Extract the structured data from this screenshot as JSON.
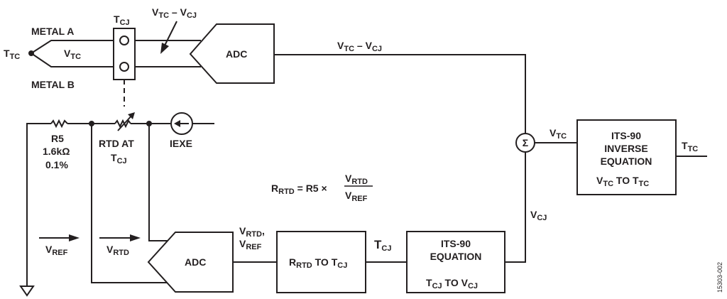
{
  "diagram": {
    "thermocouple": {
      "junction_label": {
        "main": "T",
        "sub": "TC"
      },
      "metal_a": "METAL A",
      "metal_b": "METAL B",
      "voltage_label": {
        "main": "V",
        "sub": "TC"
      },
      "cold_junction_label": {
        "main": "T",
        "sub": "CJ"
      },
      "diff_label": {
        "a": "V",
        "a_sub": "TC",
        "op": " – ",
        "b": "V",
        "b_sub": "CJ"
      }
    },
    "adc_top": {
      "label": "ADC"
    },
    "adc_top_output": {
      "a": "V",
      "a_sub": "TC",
      "op": " – ",
      "b": "V",
      "b_sub": "CJ"
    },
    "r5": {
      "name": "R5",
      "value": "1.6kΩ",
      "tolerance": "0.1%"
    },
    "rtd": {
      "line1": "RTD AT",
      "line2_main": "T",
      "line2_sub": "CJ"
    },
    "iexe": {
      "label": "IEXE"
    },
    "vref_label": {
      "main": "V",
      "sub": "REF"
    },
    "vrtd_label": {
      "main": "V",
      "sub": "RTD"
    },
    "adc_bottom": {
      "label": "ADC"
    },
    "adc_bottom_output": {
      "l1_main": "V",
      "l1_sub": "RTD",
      "l1_suffix": ",",
      "l2_main": "V",
      "l2_sub": "REF"
    },
    "formula": {
      "lhs_main": "R",
      "lhs_sub": "RTD",
      "mid": " = R5 × ",
      "num_main": "V",
      "num_sub": "RTD",
      "den_main": "V",
      "den_sub": "REF"
    },
    "rrtd_block": {
      "a": "R",
      "a_sub": "RTD",
      "mid": " TO ",
      "b": "T",
      "b_sub": "CJ"
    },
    "tcj_signal": {
      "main": "T",
      "sub": "CJ"
    },
    "its90_block": {
      "line1": "ITS-90",
      "line2": "EQUATION",
      "l3_a": "T",
      "l3_a_sub": "CJ",
      "l3_mid": " TO ",
      "l3_b": "V",
      "l3_b_sub": "CJ"
    },
    "vcj_signal": {
      "main": "V",
      "sub": "CJ"
    },
    "summer": {
      "symbol": "Σ"
    },
    "vtc_signal": {
      "main": "V",
      "sub": "TC"
    },
    "inverse_block": {
      "line1": "ITS-90",
      "line2": "INVERSE",
      "line3": "EQUATION",
      "l4_a": "V",
      "l4_a_sub": "TC",
      "l4_mid": " TO ",
      "l4_b": "T",
      "l4_b_sub": "TC"
    },
    "ttc_output": {
      "main": "T",
      "sub": "TC"
    },
    "figure_id": "15303-002"
  }
}
